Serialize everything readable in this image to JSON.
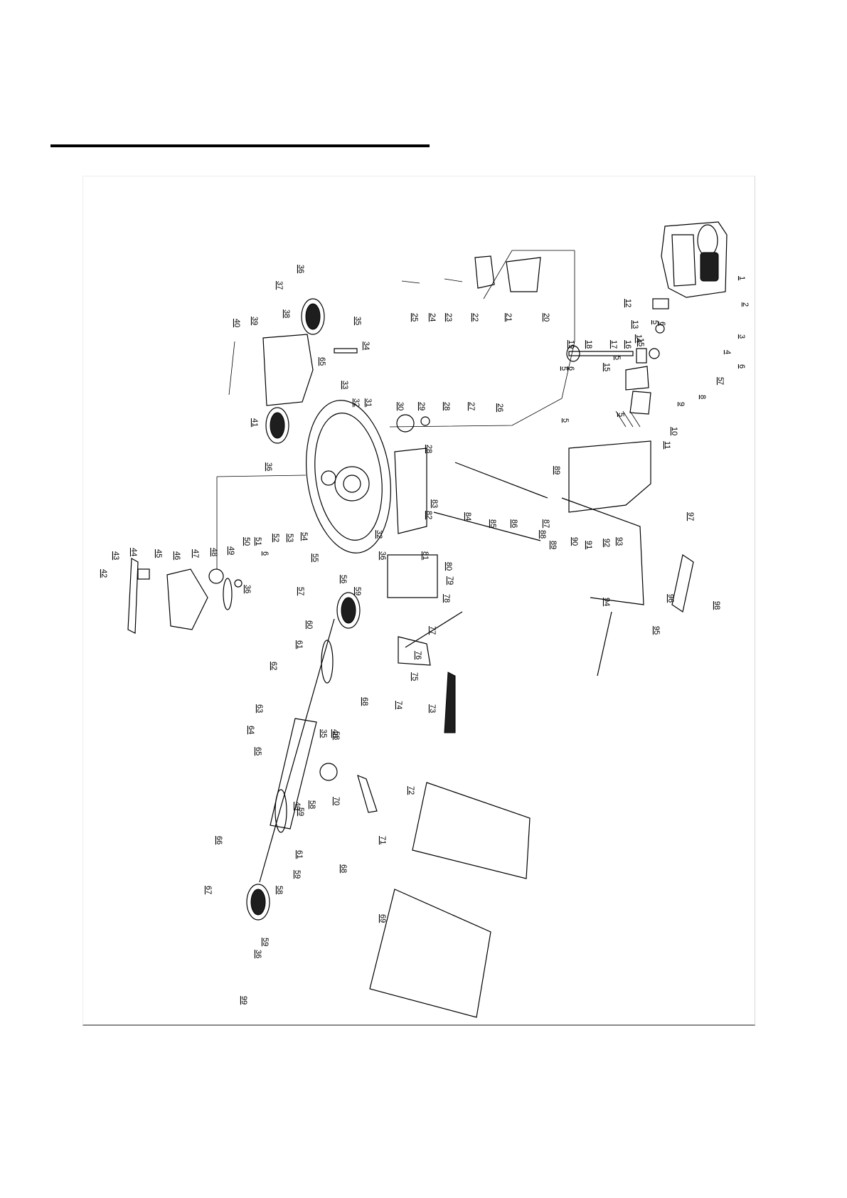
{
  "diagram": {
    "title": "",
    "labels": [
      "1",
      "2",
      "3",
      "4",
      "5",
      "5",
      "5",
      "5",
      "5",
      "5",
      "6",
      "6",
      "6",
      "6",
      "7",
      "8",
      "9",
      "10",
      "11",
      "12",
      "13",
      "14",
      "15",
      "15",
      "16",
      "17",
      "18",
      "19",
      "20",
      "21",
      "22",
      "23",
      "24",
      "25",
      "26",
      "27",
      "28",
      "28",
      "29",
      "30",
      "31",
      "32",
      "32",
      "33",
      "34",
      "35",
      "35",
      "36",
      "36",
      "36",
      "36",
      "36",
      "37",
      "38",
      "39",
      "40",
      "40",
      "40",
      "41",
      "42",
      "43",
      "44",
      "45",
      "46",
      "47",
      "48",
      "49",
      "50",
      "51",
      "52",
      "53",
      "54",
      "55",
      "56",
      "57",
      "58",
      "58",
      "58",
      "59",
      "59",
      "59",
      "59",
      "60",
      "61",
      "61",
      "62",
      "63",
      "64",
      "65",
      "65",
      "66",
      "67",
      "68",
      "68",
      "69",
      "70",
      "71",
      "72",
      "73",
      "74",
      "75",
      "76",
      "77",
      "78",
      "79",
      "80",
      "81",
      "82",
      "83",
      "84",
      "85",
      "86",
      "87",
      "88",
      "89",
      "89",
      "90",
      "91",
      "92",
      "93",
      "94",
      "95",
      "96",
      "97",
      "98",
      "99"
    ]
  }
}
